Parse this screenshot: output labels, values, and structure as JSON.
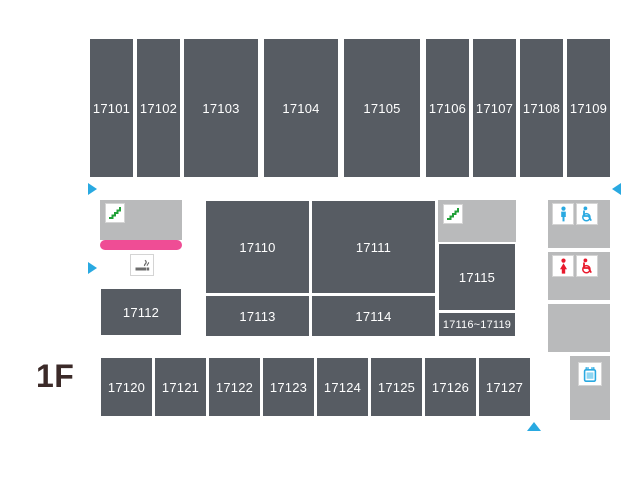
{
  "floor": {
    "label": "1F"
  },
  "colors": {
    "room_fill": "#575c63",
    "room_label": "#ffffff",
    "service_fill": "#b9babb",
    "walkway_pink": "#ef4d95",
    "arrow_blue": "#29a9e1",
    "escalator_green": "#21a038",
    "male_blue": "#29a9e1",
    "female_red": "#e8192c",
    "locker_blue": "#29a9e1",
    "background": "#ffffff",
    "floor_label": "#3b2a28"
  },
  "rows": {
    "top_row": [
      {
        "label": "17101"
      },
      {
        "label": "17102"
      },
      {
        "label": "17103"
      },
      {
        "label": "17104"
      },
      {
        "label": "17105"
      },
      {
        "label": "17106"
      },
      {
        "label": "17107"
      },
      {
        "label": "17108"
      },
      {
        "label": "17109"
      }
    ],
    "middle_left": [
      {
        "label": "17112"
      }
    ],
    "middle_center": [
      {
        "label": "17110"
      },
      {
        "label": "17111"
      },
      {
        "label": "17113"
      },
      {
        "label": "17114"
      }
    ],
    "middle_right": [
      {
        "label": "17115"
      },
      {
        "label": "17116~17119"
      }
    ],
    "bottom_row": [
      {
        "label": "17120"
      },
      {
        "label": "17121"
      },
      {
        "label": "17122"
      },
      {
        "label": "17123"
      },
      {
        "label": "17124"
      },
      {
        "label": "17125"
      },
      {
        "label": "17126"
      },
      {
        "label": "17127"
      }
    ]
  },
  "icons": {
    "escalator_left": "escalator-icon",
    "escalator_right": "escalator-icon",
    "smoking": "smoking-area-icon",
    "restroom_male": "male-restroom-icon",
    "restroom_male_accessible": "wheelchair-accessible-icon",
    "restroom_female": "female-restroom-icon",
    "restroom_female_accessible": "wheelchair-accessible-icon",
    "locker": "coin-locker-icon"
  },
  "arrows": [
    {
      "name": "arrow-entrance-top-left",
      "direction": "right"
    },
    {
      "name": "arrow-entrance-top-right",
      "direction": "left"
    },
    {
      "name": "arrow-entrance-mid-left",
      "direction": "right"
    },
    {
      "name": "arrow-entrance-bottom",
      "direction": "up"
    }
  ]
}
